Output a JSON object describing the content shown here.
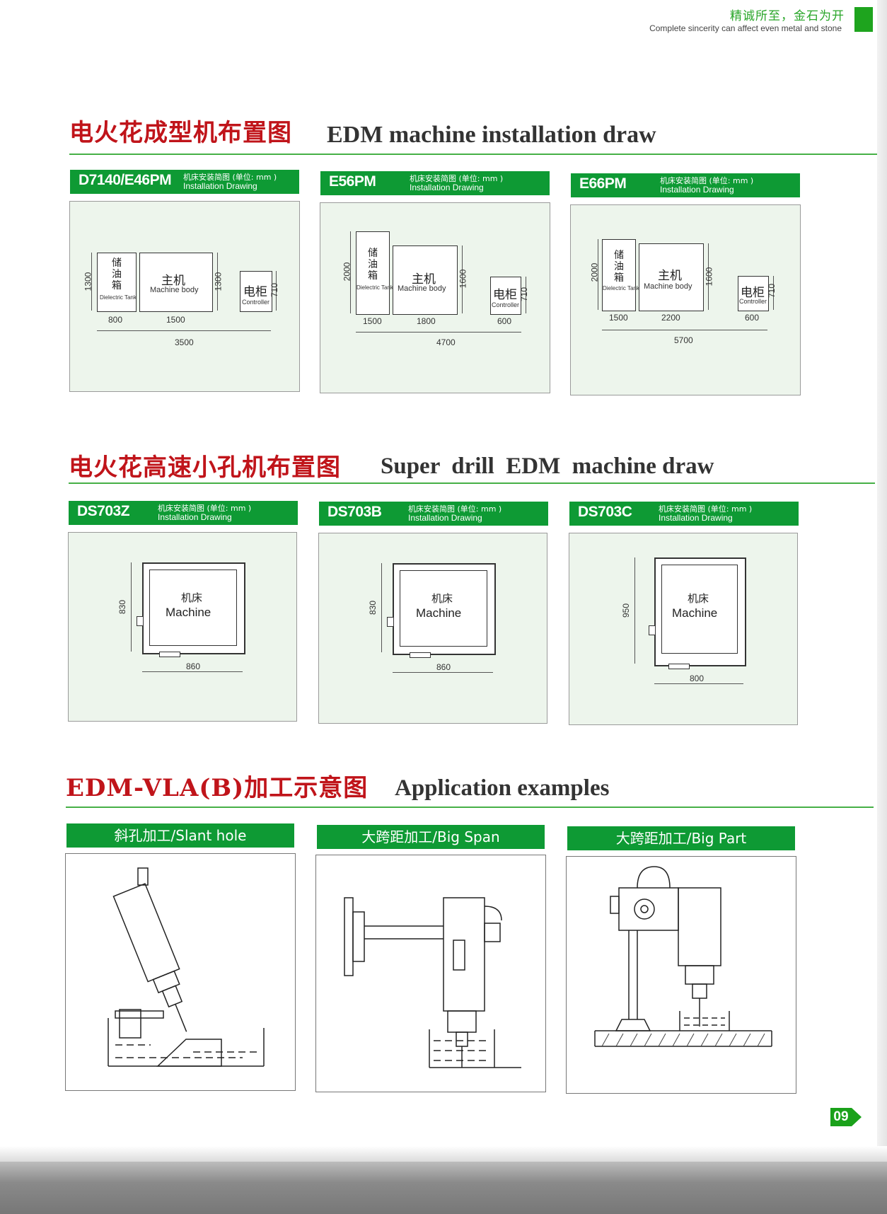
{
  "header": {
    "slogan_cn": "精诚所至，金石为开",
    "slogan_en": "Complete sincerity can affect even metal and stone"
  },
  "sections": [
    {
      "title_cn": "电火花成型机布置图",
      "title_en": "EDM machine installation draw"
    },
    {
      "title_cn": "电火花高速小孔机布置图",
      "title_en": "Super  drill  EDM  machine draw"
    },
    {
      "title_cn": "EDM-VLA(B)加工示意图",
      "title_en": "Application examples"
    }
  ],
  "bar_caption": {
    "cn": "机床安装简图 (单位: mm )",
    "en": "Installation Drawing"
  },
  "edm_panels": [
    {
      "model": "D7140/E46PM",
      "tank_cn": [
        "储",
        "油",
        "箱"
      ],
      "tank_en": "Dielectric Tank",
      "body_cn": "主机",
      "body_en": "Machine body",
      "ctrl_cn": "电柜",
      "ctrl_en": "Controller",
      "h_tank": "1300",
      "h_body": "1300",
      "h_ctrl": "710",
      "w_tank": "800",
      "w_body": "1500",
      "w_total": "3500"
    },
    {
      "model": "E56PM",
      "tank_cn": [
        "储",
        "油",
        "箱"
      ],
      "tank_en": "Dielectric Tank",
      "body_cn": "主机",
      "body_en": "Machine body",
      "ctrl_cn": "电柜",
      "ctrl_en": "Controller",
      "h_tank": "2000",
      "h_body": "1600",
      "h_ctrl": "710",
      "w_tank": "1500",
      "w_body": "1800",
      "w_ctrl": "600",
      "w_total": "4700"
    },
    {
      "model": "E66PM",
      "tank_cn": [
        "储",
        "油",
        "箱"
      ],
      "tank_en": "Dielectric Tank",
      "body_cn": "主机",
      "body_en": "Machine body",
      "ctrl_cn": "电柜",
      "ctrl_en": "Controller",
      "h_tank": "2000",
      "h_body": "1600",
      "h_ctrl": "710",
      "w_tank": "1500",
      "w_body": "2200",
      "w_ctrl": "600",
      "w_total": "5700"
    }
  ],
  "drill_panels": [
    {
      "model": "DS703Z",
      "cn": "机床",
      "en": "Machine",
      "height": "830",
      "width": "860"
    },
    {
      "model": "DS703B",
      "cn": "机床",
      "en": "Machine",
      "height": "830",
      "width": "860"
    },
    {
      "model": "DS703C",
      "cn": "机床",
      "en": "Machine",
      "height": "950",
      "width": "800"
    }
  ],
  "applications": [
    {
      "label": "斜孔加工/Slant hole"
    },
    {
      "label": "大跨距加工/Big Span"
    },
    {
      "label": "大跨距加工/Big Part"
    }
  ],
  "page_number": "09",
  "colors": {
    "green": "#0e9a34",
    "title_red": "#c0141a",
    "panel_bg": "#edf5ec"
  }
}
